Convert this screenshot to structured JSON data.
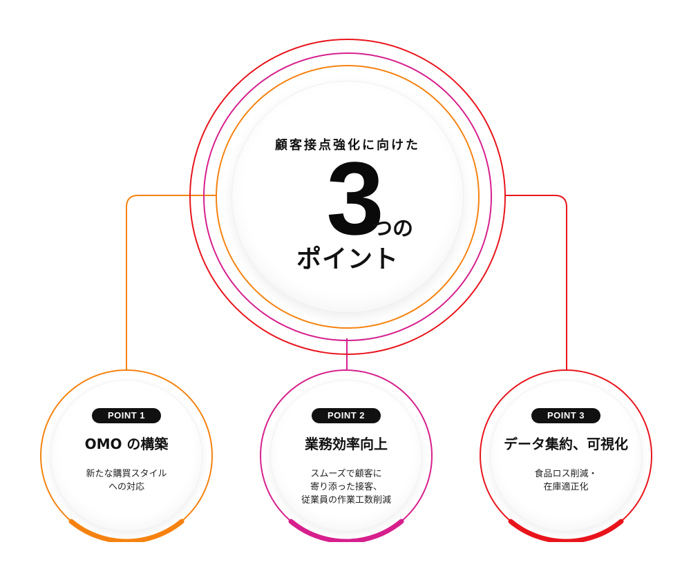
{
  "colors": {
    "orange": "#f5820f",
    "magenta": "#d61f8c",
    "red": "#e8141c",
    "dark": "#111111"
  },
  "hero": {
    "subtitle": "顧客接点強化に向けた",
    "number": "3",
    "unit": "つの",
    "word": "ポイント"
  },
  "points": [
    {
      "badge": "POINT 1",
      "title": "OMO の構築",
      "desc": "新たな購買スタイル\nへの対応",
      "color": "#f5820f"
    },
    {
      "badge": "POINT 2",
      "title": "業務効率向上",
      "desc": "スムーズで顧客に\n寄り添った接客、\n従業員の作業工数削減",
      "color": "#d61f8c"
    },
    {
      "badge": "POINT 3",
      "title": "データ集約、可視化",
      "desc": "食品ロス削減・\n在庫適正化",
      "color": "#e8141c"
    }
  ]
}
